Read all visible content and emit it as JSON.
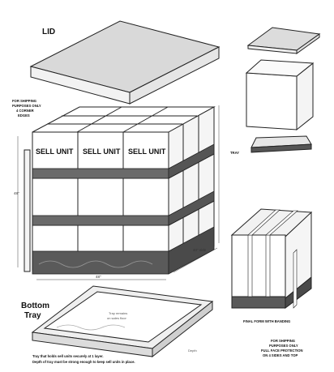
{
  "labels": {
    "lid": "LID",
    "tray": "TRAY",
    "bottom_tray": [
      "Bottom",
      "Tray"
    ],
    "sell_unit": "SELL UNIT",
    "shipping_note_left": [
      "FOR SHIPPING",
      "PURPOSES ONLY",
      "4 CORNER",
      "EDGES"
    ],
    "final_form": "FINAL FORM WITH BANDING",
    "shipping_note_right": [
      "FOR SHIPPING",
      "PURPOSES ONLY",
      "FULL FACE PROTECTION",
      "ON 4 SIDES AND TOP"
    ],
    "tray_note": [
      "Tray that holds sell units securely at 1 layer.",
      "Depth of tray must be strong enough to keep sell units in place."
    ],
    "tray_inner": [
      "Tray remains",
      "on sales floor"
    ],
    "depth": "Depth",
    "dim_height": "48\"",
    "dim_width": "48\"",
    "dim_side": "40\" side"
  },
  "colors": {
    "band": "#6a6a6a",
    "line": "#222222",
    "base": "#5a5a5a"
  }
}
